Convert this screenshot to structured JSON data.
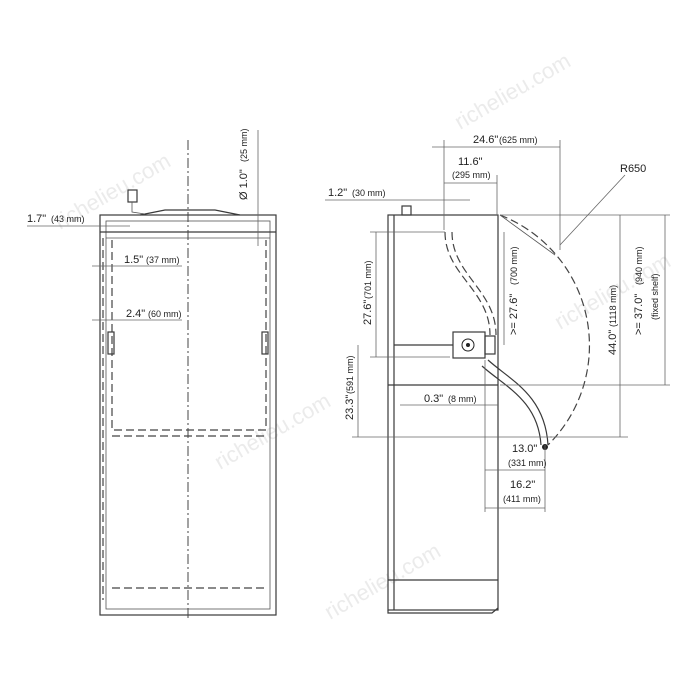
{
  "watermark": "richelieu.com",
  "front_view": {
    "dim_diameter": "Ø 1.0\"",
    "dim_diameter_mm": "(25 mm)",
    "dim_width_side": "1.7\"",
    "dim_width_side_mm": "(43 mm)",
    "dim_inset_a": "1.5\"",
    "dim_inset_a_mm": "(37 mm)",
    "dim_inset_b": "2.4\"",
    "dim_inset_b_mm": "(60 mm)"
  },
  "side_view": {
    "dim_depth": "24.6\"",
    "dim_depth_mm": "(625 mm)",
    "dim_pivot": "11.6\"",
    "dim_pivot_mm": "(295 mm)",
    "dim_offset": "1.2\"",
    "dim_offset_mm": "(30 mm)",
    "radius": "R650",
    "dim_upper": "27.6\"",
    "dim_upper_mm": "(701 mm)",
    "dim_upper_min": ">= 27.6\"",
    "dim_upper_min_mm": "(700 mm)",
    "dim_total": "44.0\"",
    "dim_total_mm": "(1118 mm)",
    "dim_shelf": ">= 37.0\"",
    "dim_shelf_mm": "(940 mm)",
    "dim_shelf_note": "(fixed shelf)",
    "dim_lower": "23.3\"",
    "dim_lower_mm": "(591 mm)",
    "dim_gap": "0.3\"",
    "dim_gap_mm": "(8 mm)",
    "dim_reach": "13.0\"",
    "dim_reach_mm": "(331 mm)",
    "dim_reach_full": "16.2\"",
    "dim_reach_full_mm": "(411 mm)"
  }
}
